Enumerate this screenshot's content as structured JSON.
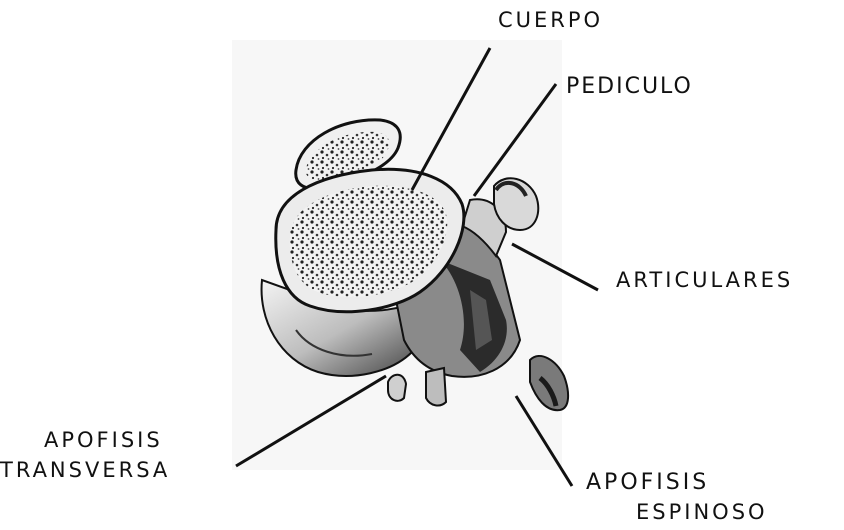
{
  "labels": {
    "cuerpo": "CUERPO",
    "pediculo": "PEDICULO",
    "articulares": "ARTICULARES",
    "apofisis_transversa_1": "APOFISIS",
    "apofisis_transversa_2": "TRANSVERSA",
    "apofisis_espinoso_1": "APOFISIS",
    "apofisis_espinoso_2": "ESPINOSO"
  },
  "colors": {
    "ink": "#111111",
    "bone_light": "#e8e8e8",
    "bone_mid": "#b5b5b5",
    "bone_dark": "#2a2a2a"
  }
}
